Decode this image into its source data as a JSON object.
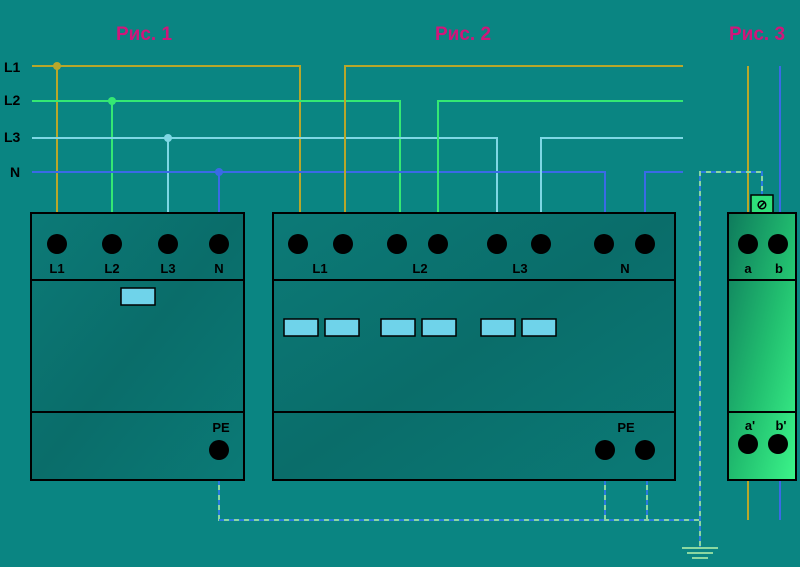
{
  "figures": {
    "fig1": "Рис. 1",
    "fig2": "Рис. 2",
    "fig3": "Рис. 3"
  },
  "bus_lines": [
    {
      "label": "L1",
      "color": "#b8a72a"
    },
    {
      "label": "L2",
      "color": "#35e873"
    },
    {
      "label": "L3",
      "color": "#7ed7e4"
    },
    {
      "label": "N",
      "color": "#3a6ae6"
    }
  ],
  "pe_color": "#8bd8a0",
  "device1": {
    "terminals": [
      "L1",
      "L2",
      "L3",
      "N"
    ],
    "pe_label": "PE"
  },
  "device2": {
    "terminals": [
      "L1",
      "L2",
      "L3",
      "N"
    ],
    "pe_label": "PE"
  },
  "device3": {
    "top_terminals": [
      "a",
      "b"
    ],
    "bottom_terminals": [
      "a'",
      "b'"
    ],
    "symbol": "⊘"
  },
  "colors": {
    "background": "#0a8582",
    "module_body": "#0b6e6b",
    "module_green": "#2ee07a",
    "title_magenta": "#d0167a",
    "indicator": "#6fd3ea"
  }
}
